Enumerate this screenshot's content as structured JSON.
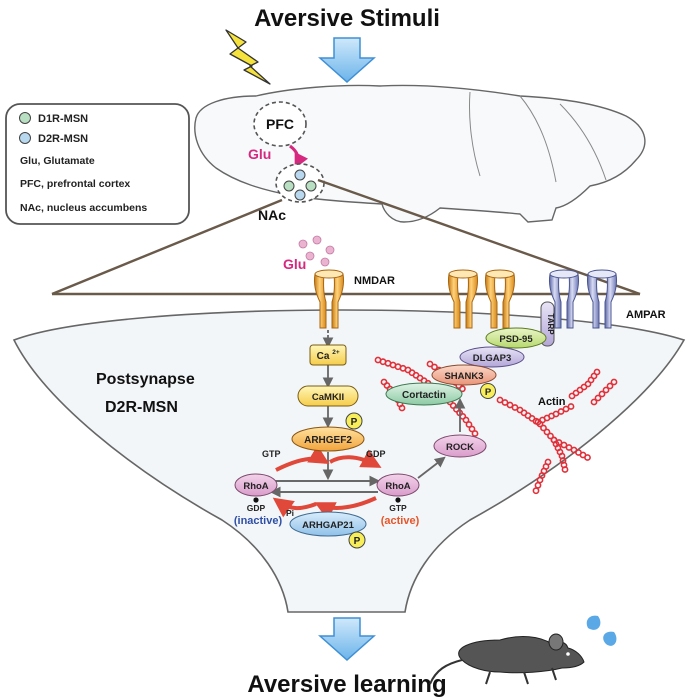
{
  "title_top": "Aversive Stimuli",
  "title_bottom": "Aversive learning",
  "legend": {
    "d1r": "D1R-MSN",
    "d2r": "D2R-MSN",
    "glu": "Glu, Glutamate",
    "pfc": "PFC, prefrontal cortex",
    "nac": "NAc, nucleus accumbens"
  },
  "brain": {
    "pfc": "PFC",
    "glu": "Glu",
    "nac": "NAc"
  },
  "synapse": {
    "glu": "Glu",
    "nmdar": "NMDAR",
    "ampar": "AMPAR",
    "tarp": "TARP",
    "postsynapse": "Postsynapse",
    "d2r_msn": "D2R-MSN",
    "actin": "Actin"
  },
  "nodes": {
    "ca": "Ca",
    "ca_sup": "2+",
    "camkii": "CaMKII",
    "arhgef2": "ARHGEF2",
    "p": "P",
    "gtp": "GTP",
    "gdp": "GDP",
    "pi": "Pi",
    "rhoa": "RhoA",
    "inactive": "(inactive)",
    "active": "(active)",
    "arhgap21": "ARHGAP21",
    "rock": "ROCK",
    "psd95": "PSD-95",
    "dlgap3": "DLGAP3",
    "shank3": "SHANK3",
    "cortactin": "Cortactin"
  },
  "colors": {
    "d1r_dot": "#b9dfc2",
    "d2r_dot": "#b8d8ef",
    "glu_pink": "#d6287e",
    "inactive_blue": "#2f4fa6",
    "active_orange": "#e8552a",
    "actin_red": "#e0303a",
    "arrow_blue": "#5aa8e6"
  },
  "icons": [
    "lightning-icon",
    "down-arrow-icon",
    "mouse-icon",
    "sweat-drops-icon"
  ]
}
